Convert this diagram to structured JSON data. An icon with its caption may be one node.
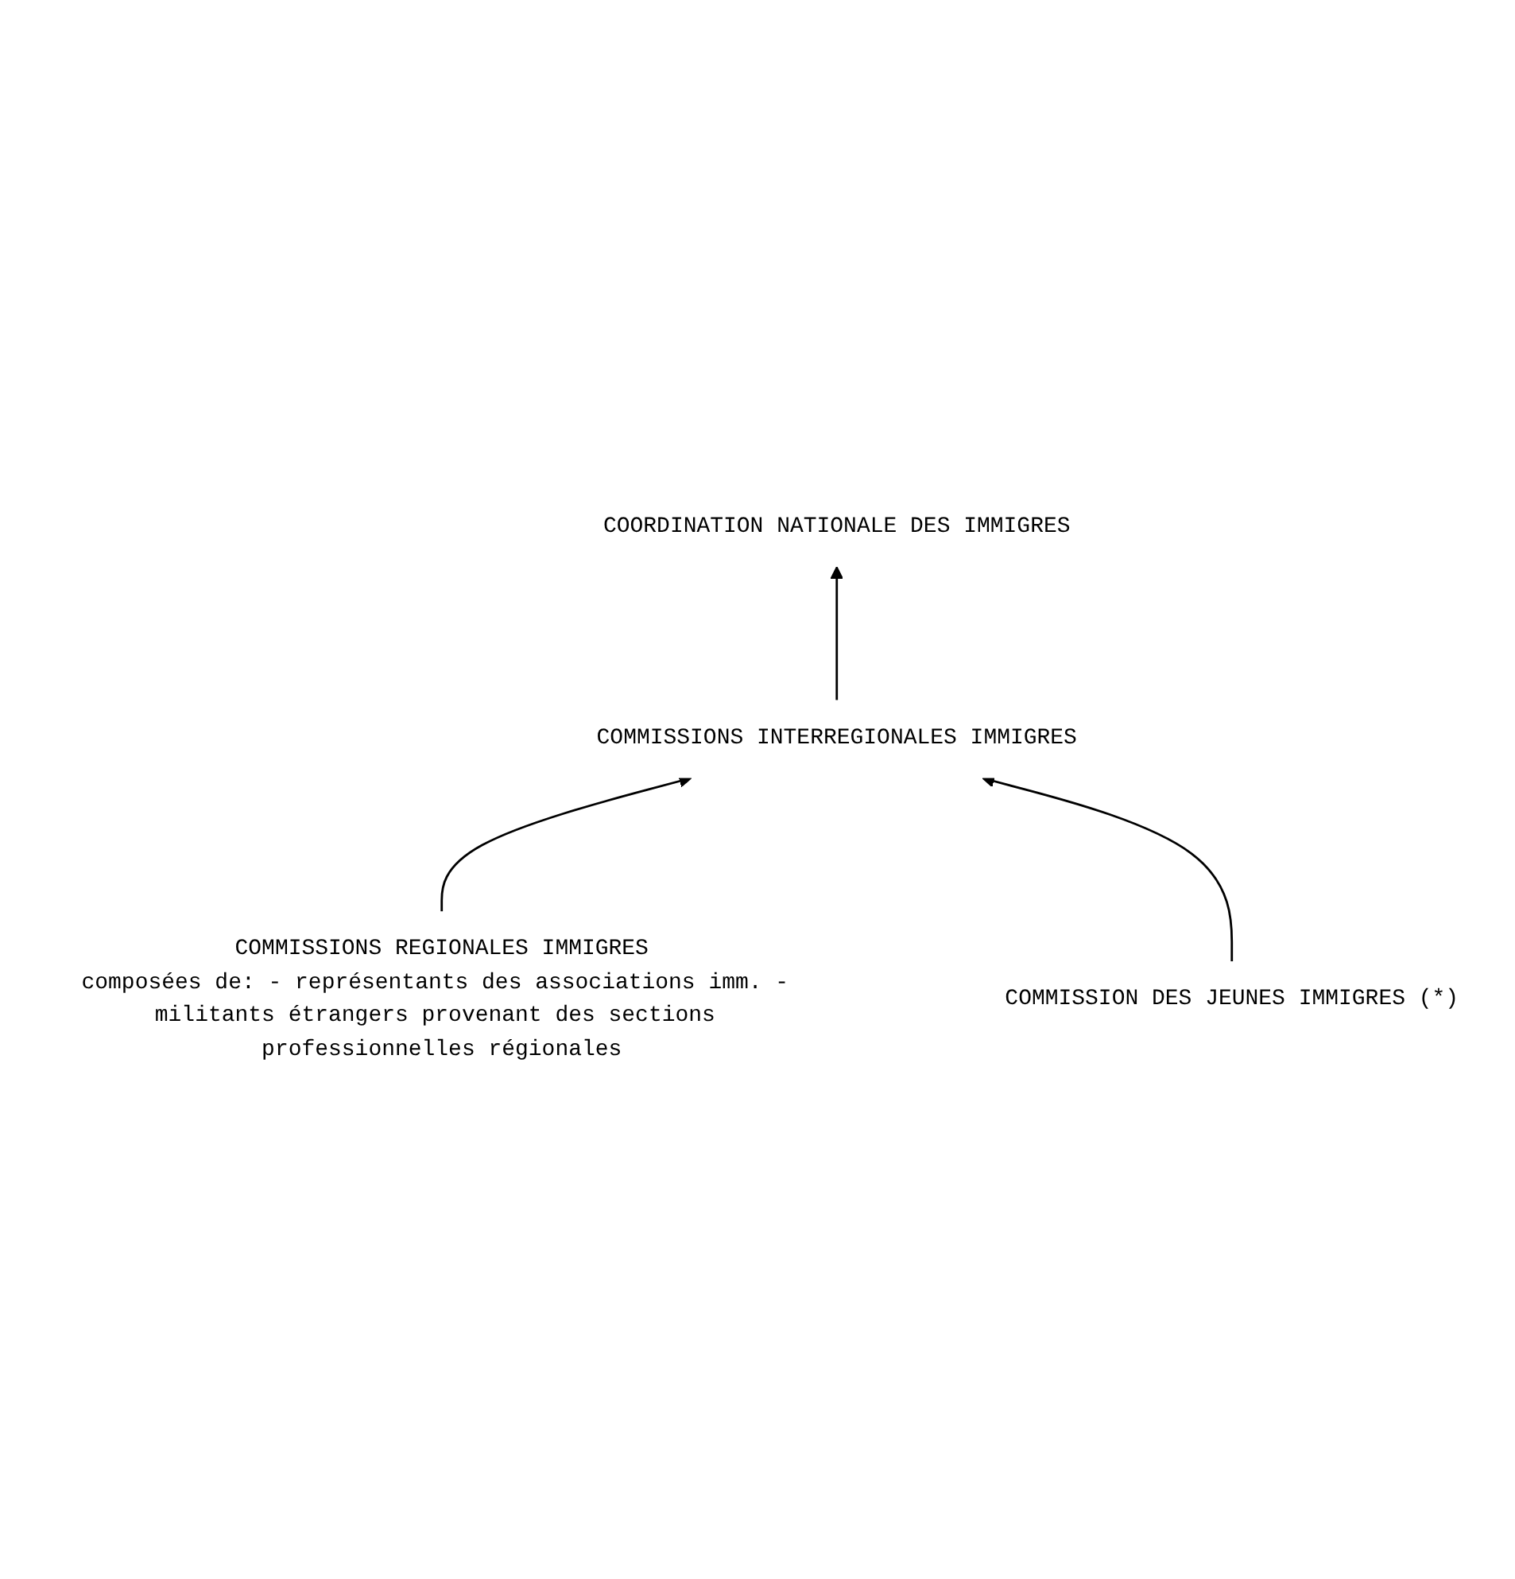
{
  "diagram": {
    "nodes": [
      {
        "text": [
          "COORDINATION NATIONALE DES IMMIGRES"
        ]
      },
      {
        "text": [
          "COMMISSIONS INTERREGIONALES IMMIGRES"
        ]
      },
      {
        "text": [
          "COMMISSIONS REGIONALES IMMIGRES",
          "composées de: - représentants des associations imm. - militants étrangers provenant des sections professionnelles régionales"
        ]
      },
      {
        "text": [
          "COMMISSION DES JEUNES IMMIGRES (*)"
        ]
      }
    ],
    "edges": [
      {
        "from": 1,
        "to": 0,
        "arrow": "to"
      },
      {
        "from": 2,
        "to": 1,
        "arrow": "to"
      },
      {
        "from": 3,
        "to": 1,
        "arrow": "to"
      }
    ]
  }
}
